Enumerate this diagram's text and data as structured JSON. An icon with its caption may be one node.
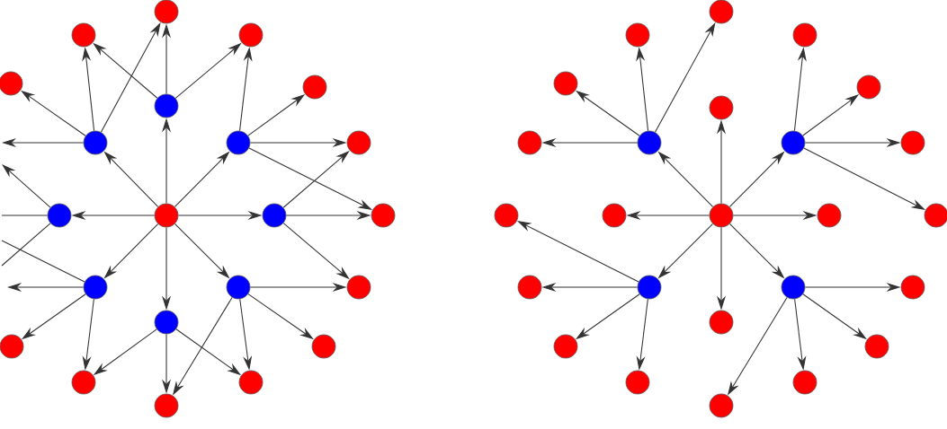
{
  "diagram": {
    "nodes": [
      {
        "text": [],
        "shape": "circle"
      },
      {
        "text": [],
        "shape": "circle"
      },
      {
        "text": [],
        "shape": "circle"
      },
      {
        "text": [],
        "shape": "circle"
      },
      {
        "text": [],
        "shape": "circle"
      },
      {
        "text": [],
        "shape": "circle"
      },
      {
        "text": [],
        "shape": "circle"
      },
      {
        "text": [],
        "shape": "circle"
      },
      {
        "text": [],
        "shape": "circle"
      },
      {
        "text": [],
        "shape": "circle"
      },
      {
        "text": [],
        "shape": "circle"
      },
      {
        "text": [],
        "shape": "circle"
      },
      {
        "text": [],
        "shape": "circle"
      },
      {
        "text": [],
        "shape": "circle"
      },
      {
        "text": [],
        "shape": "circle"
      },
      {
        "text": [],
        "shape": "circle"
      },
      {
        "text": [],
        "shape": "circle"
      },
      {
        "text": [],
        "shape": "circle"
      },
      {
        "text": [],
        "shape": "circle"
      },
      {
        "text": [],
        "shape": "circle"
      },
      {
        "text": [],
        "shape": "circle"
      },
      {
        "text": [],
        "shape": "circle"
      },
      {
        "text": [],
        "shape": "circle"
      },
      {
        "text": [],
        "shape": "circle"
      },
      {
        "text": [],
        "shape": "circle"
      },
      {
        "text": [],
        "shape": "circle"
      },
      {
        "text": [],
        "shape": "circle"
      },
      {
        "text": [],
        "shape": "circle"
      },
      {
        "text": [],
        "shape": "circle"
      },
      {
        "text": [],
        "shape": "circle"
      },
      {
        "text": [],
        "shape": "circle"
      },
      {
        "text": [],
        "shape": "circle"
      },
      {
        "text": [],
        "shape": "circle"
      },
      {
        "text": [],
        "shape": "circle"
      },
      {
        "text": [],
        "shape": "circle"
      },
      {
        "text": [],
        "shape": "circle"
      },
      {
        "text": [],
        "shape": "circle"
      },
      {
        "text": [],
        "shape": "circle"
      },
      {
        "text": [],
        "shape": "circle"
      },
      {
        "text": [],
        "shape": "circle"
      },
      {
        "text": [],
        "shape": "circle"
      },
      {
        "text": [],
        "shape": "circle"
      },
      {
        "text": [],
        "shape": "circle"
      },
      {
        "text": [],
        "shape": "circle"
      },
      {
        "text": [],
        "shape": "circle"
      },
      {
        "text": [],
        "shape": "circle"
      },
      {
        "text": [],
        "shape": "circle"
      }
    ],
    "edges": [
      {
        "from": 10,
        "to": 5,
        "arrow": "to"
      },
      {
        "from": 10,
        "to": 6,
        "arrow": "to"
      },
      {
        "from": 10,
        "to": 7,
        "arrow": "to"
      },
      {
        "from": 10,
        "to": 9,
        "arrow": "to"
      },
      {
        "from": 10,
        "to": 11,
        "arrow": "to"
      },
      {
        "from": 10,
        "to": 13,
        "arrow": "to"
      },
      {
        "from": 10,
        "to": 14,
        "arrow": "to"
      },
      {
        "from": 10,
        "to": 16,
        "arrow": "to"
      },
      {
        "from": 5,
        "to": 0,
        "arrow": "to"
      },
      {
        "from": 5,
        "to": 1,
        "arrow": "to"
      },
      {
        "from": 5,
        "to": 2,
        "arrow": "to"
      },
      {
        "from": 6,
        "to": 1,
        "arrow": "to"
      },
      {
        "from": 6,
        "to": 0,
        "arrow": "to"
      },
      {
        "from": 6,
        "to": 3,
        "arrow": "to"
      },
      {
        "from": 6,
        "to": null,
        "arrow": "to"
      },
      {
        "from": 7,
        "to": 2,
        "arrow": "to"
      },
      {
        "from": 7,
        "to": 4,
        "arrow": "to"
      },
      {
        "from": 7,
        "to": 8,
        "arrow": "to"
      },
      {
        "from": 7,
        "to": 12,
        "arrow": "to"
      },
      {
        "from": 11,
        "to": 8,
        "arrow": "to"
      },
      {
        "from": 11,
        "to": 12,
        "arrow": "to"
      },
      {
        "from": 11,
        "to": 15,
        "arrow": "to"
      },
      {
        "from": 9,
        "to": null,
        "arrow": "to"
      },
      {
        "from": 9,
        "to": null,
        "arrow": "none"
      },
      {
        "from": 9,
        "to": null,
        "arrow": "none"
      },
      {
        "from": 13,
        "to": null,
        "arrow": "none"
      },
      {
        "from": 13,
        "to": null,
        "arrow": "to"
      },
      {
        "from": 13,
        "to": 17,
        "arrow": "to"
      },
      {
        "from": 13,
        "to": 19,
        "arrow": "to"
      },
      {
        "from": 16,
        "to": 19,
        "arrow": "to"
      },
      {
        "from": 16,
        "to": 21,
        "arrow": "to"
      },
      {
        "from": 16,
        "to": 20,
        "arrow": "to"
      },
      {
        "from": 14,
        "to": 21,
        "arrow": "to"
      },
      {
        "from": 14,
        "to": 20,
        "arrow": "to"
      },
      {
        "from": 14,
        "to": 18,
        "arrow": "to"
      },
      {
        "from": 14,
        "to": 15,
        "arrow": "to"
      },
      {
        "from": 34,
        "to": 29,
        "arrow": "to"
      },
      {
        "from": 34,
        "to": 30,
        "arrow": "to"
      },
      {
        "from": 34,
        "to": 38,
        "arrow": "to"
      },
      {
        "from": 34,
        "to": 39,
        "arrow": "to"
      },
      {
        "from": 34,
        "to": 27,
        "arrow": "to"
      },
      {
        "from": 34,
        "to": 33,
        "arrow": "to"
      },
      {
        "from": 34,
        "to": 35,
        "arrow": "to"
      },
      {
        "from": 34,
        "to": 41,
        "arrow": "to"
      },
      {
        "from": 29,
        "to": 28,
        "arrow": "to"
      },
      {
        "from": 29,
        "to": 25,
        "arrow": "to"
      },
      {
        "from": 29,
        "to": 23,
        "arrow": "to"
      },
      {
        "from": 29,
        "to": 22,
        "arrow": "to"
      },
      {
        "from": 30,
        "to": 24,
        "arrow": "to"
      },
      {
        "from": 30,
        "to": 26,
        "arrow": "to"
      },
      {
        "from": 30,
        "to": 31,
        "arrow": "to"
      },
      {
        "from": 30,
        "to": 36,
        "arrow": "to"
      },
      {
        "from": 38,
        "to": 32,
        "arrow": "to"
      },
      {
        "from": 38,
        "to": 37,
        "arrow": "to"
      },
      {
        "from": 38,
        "to": 42,
        "arrow": "to"
      },
      {
        "from": 38,
        "to": 44,
        "arrow": "to"
      },
      {
        "from": 39,
        "to": 40,
        "arrow": "to"
      },
      {
        "from": 39,
        "to": 43,
        "arrow": "to"
      },
      {
        "from": 39,
        "to": 45,
        "arrow": "to"
      },
      {
        "from": 39,
        "to": 46,
        "arrow": "to"
      }
    ]
  }
}
